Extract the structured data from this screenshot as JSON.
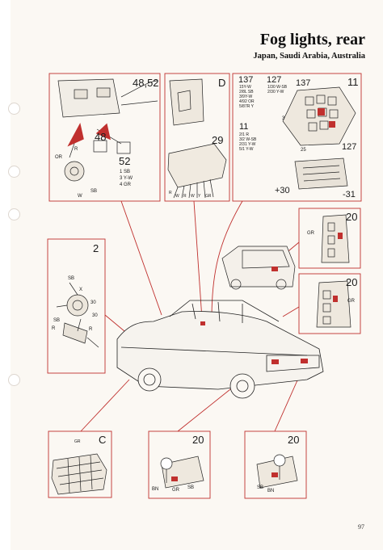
{
  "header": {
    "title": "Fog lights, rear",
    "subtitle": "Japan, Saudi Arabia, Australia"
  },
  "page_number": "97",
  "colors": {
    "frame": "#c0302e",
    "paper": "#fbf8f3",
    "ink": "#1a1a1a"
  },
  "panels": {
    "switch_panel": {
      "ref": "48,52",
      "item_a": "48",
      "item_b": "52",
      "wires": [
        "1 SB",
        "3 Y-W",
        "4 GR"
      ],
      "pins": [
        "OR",
        "R",
        "W",
        "SB"
      ]
    },
    "relay_panel": {
      "ref": "D",
      "item": "29",
      "pins": [
        "R",
        "W",
        "R",
        "W",
        "Y",
        "GR"
      ]
    },
    "fuse_panel": {
      "ref": "11",
      "col_a_head": "137",
      "col_a": [
        "15Y-W",
        "2/8L SB",
        "3/9Y-W",
        "4/92 OR",
        "5/87R Y"
      ],
      "col_b_head": "127",
      "col_b": [
        "1/30 W-SB",
        "2/30 Y-W"
      ],
      "col_c_head": "11",
      "col_c": [
        "2/1 R",
        "3/2 W-SB",
        "2/31 Y-W",
        "5/1 Y-W"
      ],
      "callout_a": "137",
      "callout_b": "127",
      "plus_label": "+30",
      "minus_label": "-31",
      "small_a": "3",
      "small_b": "25"
    },
    "connector_panel": {
      "ref": "2",
      "wires": [
        "SB",
        "X",
        "30",
        "30",
        "R",
        "SB",
        "R"
      ]
    },
    "light_upper": {
      "ref": "20",
      "wire": "GR"
    },
    "light_lower": {
      "ref": "20",
      "wire": "GR"
    },
    "bottom_c": {
      "ref": "C",
      "wire": "GR"
    },
    "bottom_left20": {
      "ref": "20",
      "wires": [
        "GR",
        "SB",
        "BN"
      ]
    },
    "bottom_right20": {
      "ref": "20",
      "wires": [
        "SB",
        "BN"
      ]
    }
  }
}
